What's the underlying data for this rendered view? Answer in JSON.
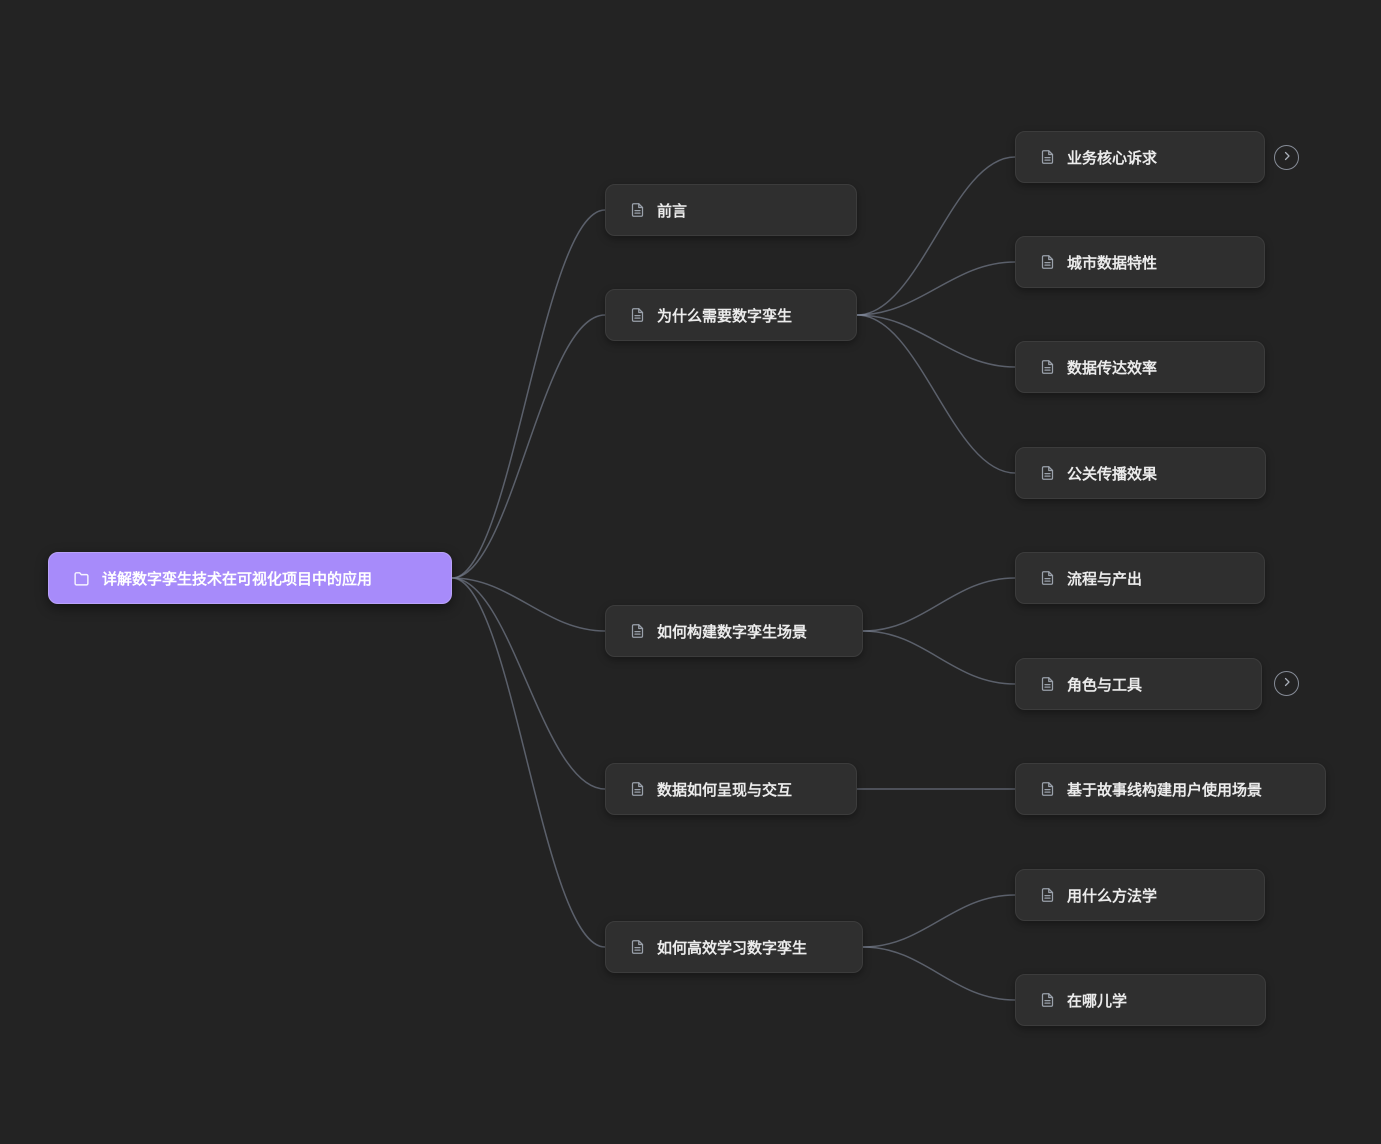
{
  "colors": {
    "background": "#232323",
    "root_node_fill": "#a78bfa",
    "node_fill": "#2f2f2f",
    "node_text": "#ececec",
    "edge": "#8b94a8"
  },
  "icons": {
    "root": "folder-icon",
    "topic": "document-icon",
    "expand": "chevron-right-icon"
  },
  "mindmap": {
    "root": {
      "label": "详解数字孪生技术在可视化项目中的应用"
    },
    "branches": [
      {
        "label": "前言",
        "children": []
      },
      {
        "label": "为什么需要数字孪生",
        "children": [
          {
            "label": "业务核心诉求",
            "expandable": true
          },
          {
            "label": "城市数据特性"
          },
          {
            "label": "数据传达效率"
          },
          {
            "label": "公关传播效果"
          }
        ]
      },
      {
        "label": "如何构建数字孪生场景",
        "children": [
          {
            "label": "流程与产出"
          },
          {
            "label": "角色与工具",
            "expandable": true
          }
        ]
      },
      {
        "label": "数据如何呈现与交互",
        "children": [
          {
            "label": "基于故事线构建用户使用场景"
          }
        ]
      },
      {
        "label": "如何高效学习数字孪生",
        "children": [
          {
            "label": "用什么方法学"
          },
          {
            "label": "在哪儿学"
          }
        ]
      }
    ]
  }
}
